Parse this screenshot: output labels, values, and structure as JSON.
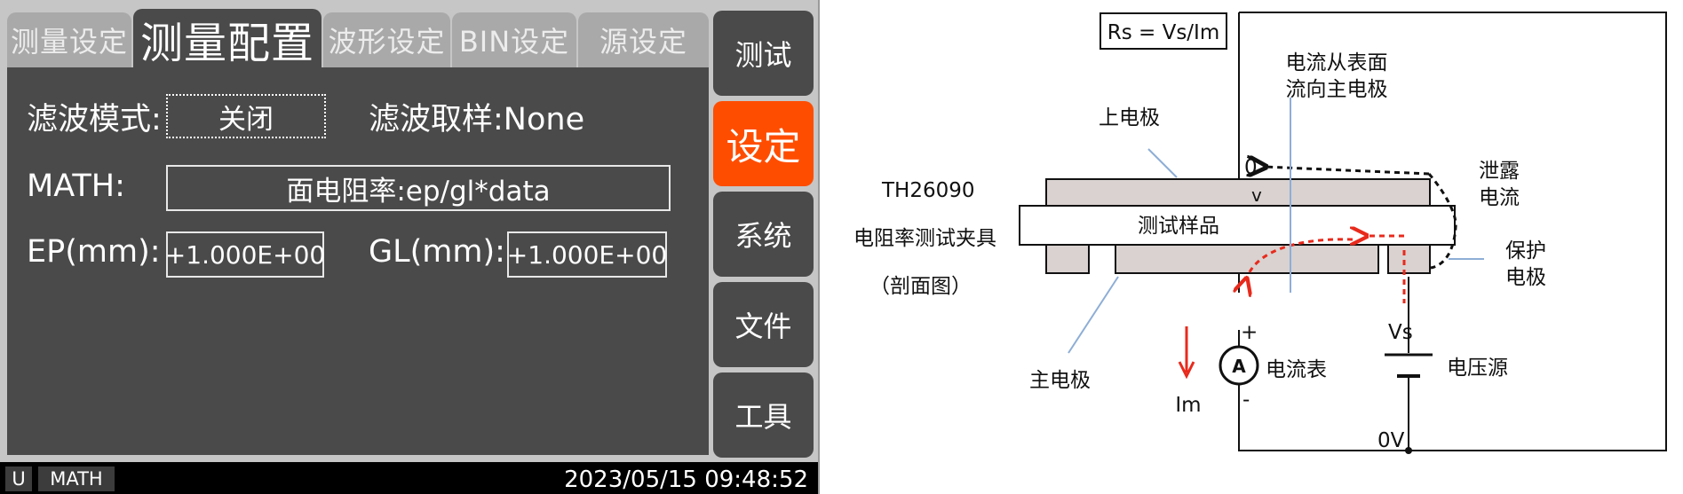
{
  "tabs": [
    "测量设定",
    "测量配置",
    "波形设定",
    "BIN设定",
    "源设定"
  ],
  "active_tab": "测量配置",
  "panel": {
    "filter_mode_label": "滤波模式:",
    "filter_mode_value": "关闭",
    "filter_sample_label": "滤波取样:",
    "filter_sample_value": "None",
    "math_label": "MATH:",
    "math_value": "面电阻率:ep/gl*data",
    "ep_label": "EP(mm):",
    "ep_value": "+1.000E+00",
    "gl_label": "GL(mm):",
    "gl_value": "+1.000E+00"
  },
  "side_menu": [
    "测试",
    "设定",
    "系统",
    "文件",
    "工具"
  ],
  "active_side": "设定",
  "status": {
    "unit_chip": "U",
    "mode_chip": "MATH",
    "datetime": "2023/05/15 09:48:52"
  },
  "colors": {
    "screen_bg": "#c6c6c6",
    "panel": "#4a4a4a",
    "tab_inactive": "#a9a9a9",
    "accent": "#ff4d00",
    "status_bar": "#000000",
    "electrode_fill": "#d9d2d0",
    "leak_current_red": "#e82a1c",
    "pointer_blue": "#8eaed6"
  },
  "diagram": {
    "formula": "Rs = Vs/Im",
    "surface_current_line1": "电流从表面",
    "surface_current_line2": "流向主电极",
    "upper_electrode": "上电极",
    "zero_label": "0",
    "v_label": "v",
    "model": "TH26090",
    "fixture_name": "电阻率测试夹具",
    "section_view": "（剖面图）",
    "sample": "测试样品",
    "leakage_line1": "泄露",
    "leakage_line2": "电流",
    "guard_line1": "保护",
    "guard_line2": "电极",
    "main_electrode": "主电极",
    "plus": "+",
    "minus": "-",
    "ammeter_symbol": "A",
    "ammeter": "电流表",
    "im_label": "Im",
    "vs_label": "Vs",
    "voltage_source": "电压源",
    "ov_label": "0V"
  }
}
